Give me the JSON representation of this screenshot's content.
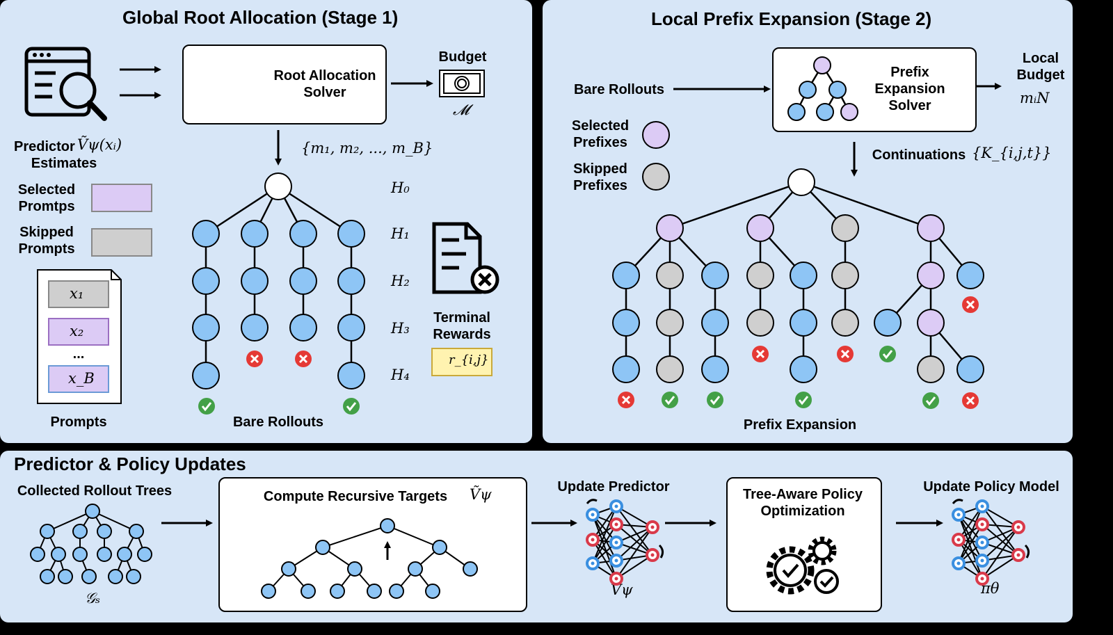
{
  "stage1": {
    "title": "Global Root Allocation (Stage 1)",
    "solver": "Root Allocation\nSolver",
    "budget_label": "Budget",
    "budget_symbol": "𝓜",
    "alloc_set": "{m₁, m₂, ..., m_B}",
    "predictor_label": "Predictor",
    "predictor_symbol": "Ṽψ(xᵢ)",
    "estimates_label": "Estimates",
    "selected_prompts": "Selected\nPromtps",
    "skipped_prompts": "Skipped\nPrompts",
    "prompts": [
      "x₁",
      "x₂",
      "...",
      "x_B"
    ],
    "prompts_label": "Prompts",
    "depths": [
      "H₀",
      "H₁",
      "H₂",
      "H₃",
      "H₄"
    ],
    "terminal_rewards": "Terminal\nRewards",
    "reward_symbol": "r_{i,j}",
    "bare_rollouts": "Bare Rollouts"
  },
  "stage2": {
    "title": "Local Prefix Expansion (Stage 2)",
    "bare_rollouts": "Bare Rollouts",
    "solver": "Prefix\nExpansion\nSolver",
    "local_budget": "Local\nBudget",
    "local_symbol": "mᵢN",
    "selected_prefixes": "Selected\nPrefixes",
    "skipped_prefixes": "Skipped\nPrefixes",
    "continuations": "Continuations",
    "cont_symbol": "{K_{i,j,t}}",
    "prefix_expansion": "Prefix Expansion"
  },
  "stage3": {
    "title": "Predictor & Policy Updates",
    "collected": "Collected Rollout Trees",
    "collected_symbol": "𝒢ₛ",
    "compute": "Compute Recursive Targets",
    "compute_symbol": "Ṽψ",
    "update_predictor": "Update Predictor",
    "predictor_symbol": "Ṽψ",
    "tree_aware": "Tree-Aware Policy\nOptimization",
    "update_policy": "Update Policy Model",
    "policy_symbol": "πθ"
  },
  "colors": {
    "panel": "#d7e6f7",
    "blue_node": "#8ec5f5",
    "purple_node": "#dccbf5",
    "gray_node": "#cfcfcf",
    "red": "#e53935",
    "green": "#43a047",
    "yellow": "#fff3b0"
  }
}
